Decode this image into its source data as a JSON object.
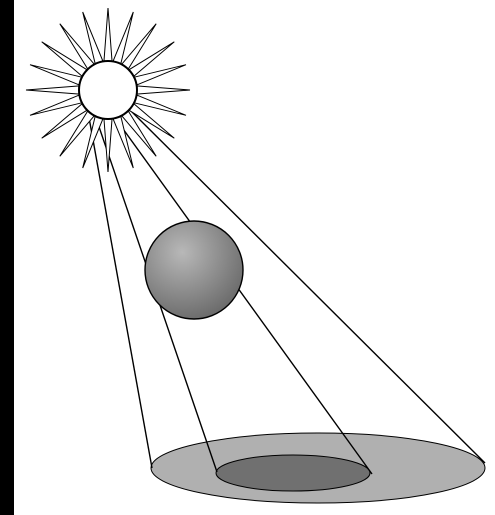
{
  "diagram": {
    "elements": [
      {
        "name": "sun",
        "icon": "sun-icon"
      },
      {
        "name": "occluding-sphere",
        "icon": "sphere-icon"
      },
      {
        "name": "penumbra",
        "icon": "ellipse-shadow-icon"
      },
      {
        "name": "umbra",
        "icon": "ellipse-shadow-icon"
      }
    ]
  },
  "colors": {
    "background": "#ffffff",
    "border": "#000000",
    "stroke": "#000000",
    "sun_fill": "#ffffff",
    "sphere_light": "#b8b8b8",
    "sphere_dark": "#6c6c6c",
    "penumbra_fill": "#b0b0b0",
    "umbra_fill": "#707070"
  }
}
